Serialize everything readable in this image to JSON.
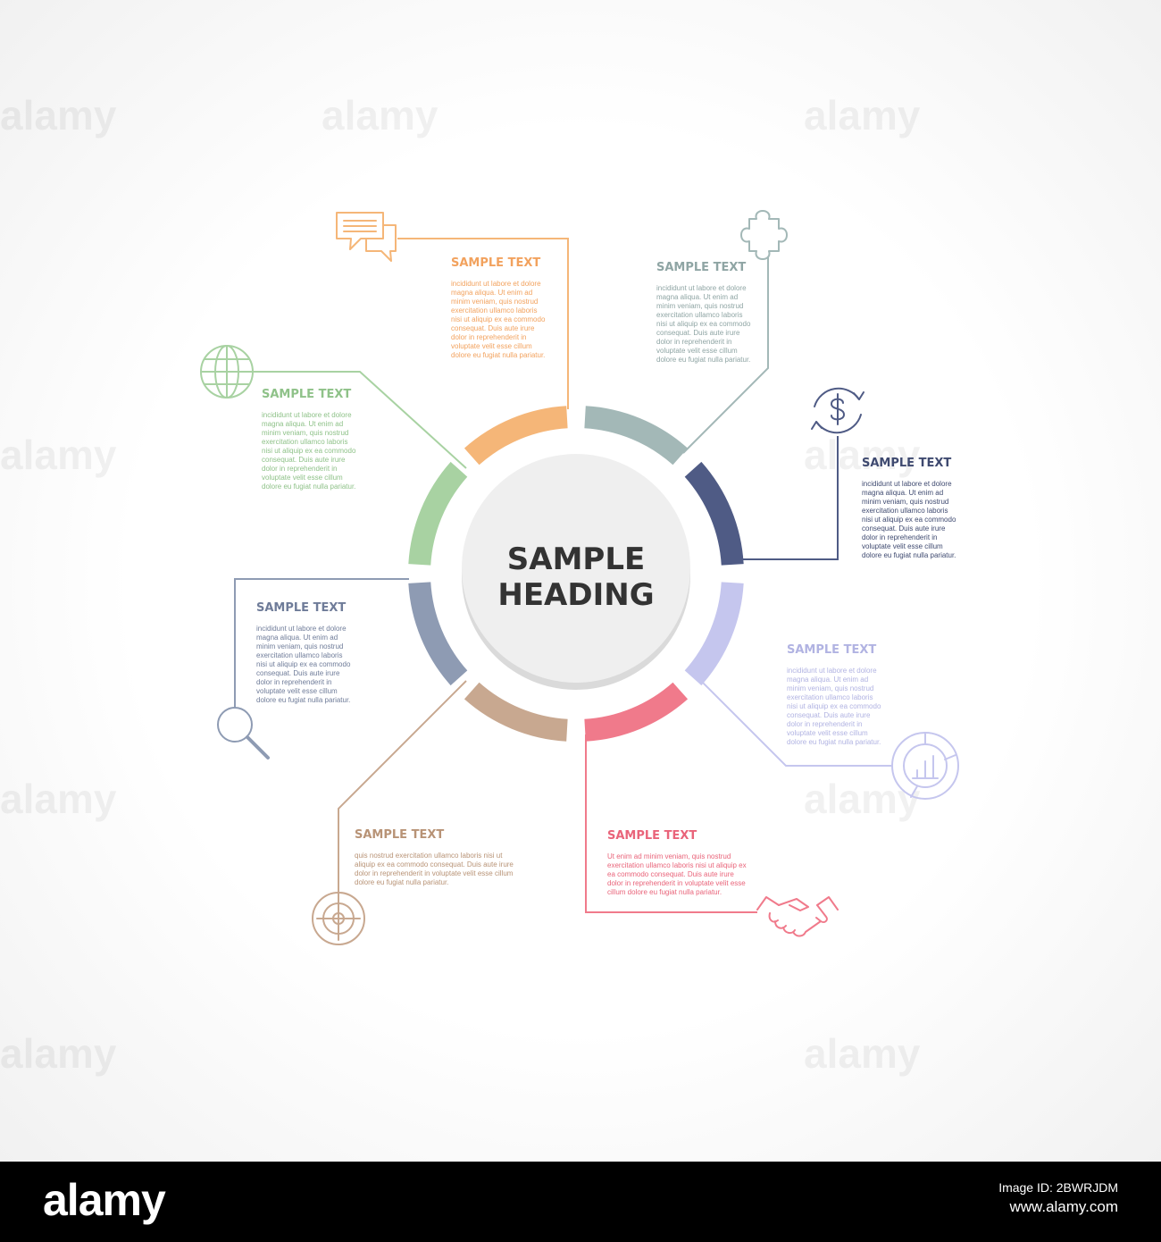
{
  "watermark": {
    "text": "alamy"
  },
  "heading": {
    "line1": "SAMPLE",
    "line2": "HEADING"
  },
  "colors": {
    "orange": "#f5b678",
    "teal": "#a3b8b7",
    "navy": "#4f5b85",
    "lavender": "#c5c6ee",
    "pink": "#f07a8b",
    "tan": "#c8a890",
    "slate": "#8e9bb3",
    "green": "#a8d2a2"
  },
  "items": [
    {
      "title": "SAMPLE TEXT",
      "icon": "chat-icon",
      "color": "#f5b678",
      "text_color": "#f2a25e",
      "lines": [
        "incididunt ut labore et dolore",
        "magna aliqua. Ut enim ad",
        "minim veniam, quis nostrud",
        "exercitation ullamco laboris",
        "nisi ut aliquip ex ea commodo",
        "consequat. Duis aute irure",
        "dolor in reprehenderit in",
        "voluptate velit esse cillum",
        "dolore eu fugiat nulla pariatur."
      ]
    },
    {
      "title": "SAMPLE TEXT",
      "icon": "puzzle-icon",
      "color": "#a3b8b7",
      "text_color": "#8fa5a4",
      "lines": [
        "incididunt ut labore et dolore",
        "magna aliqua. Ut enim ad",
        "minim veniam, quis nostrud",
        "exercitation ullamco laboris",
        "nisi ut aliquip ex ea commodo",
        "consequat. Duis aute irure",
        "dolor in reprehenderit in",
        "voluptate velit esse cillum",
        "dolore eu fugiat nulla pariatur."
      ]
    },
    {
      "title": "SAMPLE TEXT",
      "icon": "dollar-cycle-icon",
      "color": "#4f5b85",
      "text_color": "#3f4a70",
      "lines": [
        "incididunt ut labore et dolore",
        "magna aliqua. Ut enim ad",
        "minim veniam, quis nostrud",
        "exercitation ullamco laboris",
        "nisi ut aliquip ex ea commodo",
        "consequat. Duis aute irure",
        "dolor in reprehenderit in",
        "voluptate velit esse cillum",
        "dolore eu fugiat nulla pariatur."
      ]
    },
    {
      "title": "SAMPLE TEXT",
      "icon": "pie-chart-icon",
      "color": "#c5c6ee",
      "text_color": "#b1b3e2",
      "lines": [
        "incididunt ut labore et dolore",
        "magna aliqua. Ut enim ad",
        "minim veniam, quis nostrud",
        "exercitation ullamco laboris",
        "nisi ut aliquip ex ea commodo",
        "consequat. Duis aute irure",
        "dolor in reprehenderit in",
        "voluptate velit esse cillum",
        "dolore eu fugiat nulla pariatur."
      ]
    },
    {
      "title": "SAMPLE TEXT",
      "icon": "handshake-icon",
      "color": "#f07a8b",
      "text_color": "#e9647a",
      "lines": [
        "Ut enim ad minim veniam, quis nostrud",
        "exercitation ullamco laboris nisi ut aliquip ex",
        "ea commodo consequat. Duis aute irure",
        "dolor in reprehenderit in voluptate velit esse",
        "cillum dolore eu fugiat nulla pariatur."
      ]
    },
    {
      "title": "SAMPLE TEXT",
      "icon": "target-icon",
      "color": "#c8a890",
      "text_color": "#b89376",
      "lines": [
        "quis nostrud exercitation ullamco laboris nisi ut",
        "aliquip ex ea commodo consequat. Duis aute irure",
        "dolor in reprehenderit in voluptate velit esse cillum",
        "dolore eu fugiat nulla pariatur."
      ]
    },
    {
      "title": "SAMPLE TEXT",
      "icon": "search-icon",
      "color": "#8e9bb3",
      "text_color": "#6f7c99",
      "lines": [
        "incididunt ut labore et dolore",
        "magna aliqua. Ut enim ad",
        "minim veniam, quis nostrud",
        "exercitation ullamco laboris",
        "nisi ut aliquip ex ea commodo",
        "consequat. Duis aute irure",
        "dolor in reprehenderit in",
        "voluptate velit esse cillum",
        "dolore eu fugiat nulla pariatur."
      ]
    },
    {
      "title": "SAMPLE TEXT",
      "icon": "globe-icon",
      "color": "#a8d2a2",
      "text_color": "#8fc289",
      "lines": [
        "incididunt ut labore et dolore",
        "magna aliqua. Ut enim ad",
        "minim veniam, quis nostrud",
        "exercitation ullamco laboris",
        "nisi ut aliquip ex ea commodo",
        "consequat. Duis aute irure",
        "dolor in reprehenderit in",
        "voluptate velit esse cillum",
        "dolore eu fugiat nulla pariatur."
      ]
    }
  ],
  "footer": {
    "logo": "alamy",
    "image_id": "Image ID: 2BWRJDM",
    "url": "www.alamy.com"
  }
}
